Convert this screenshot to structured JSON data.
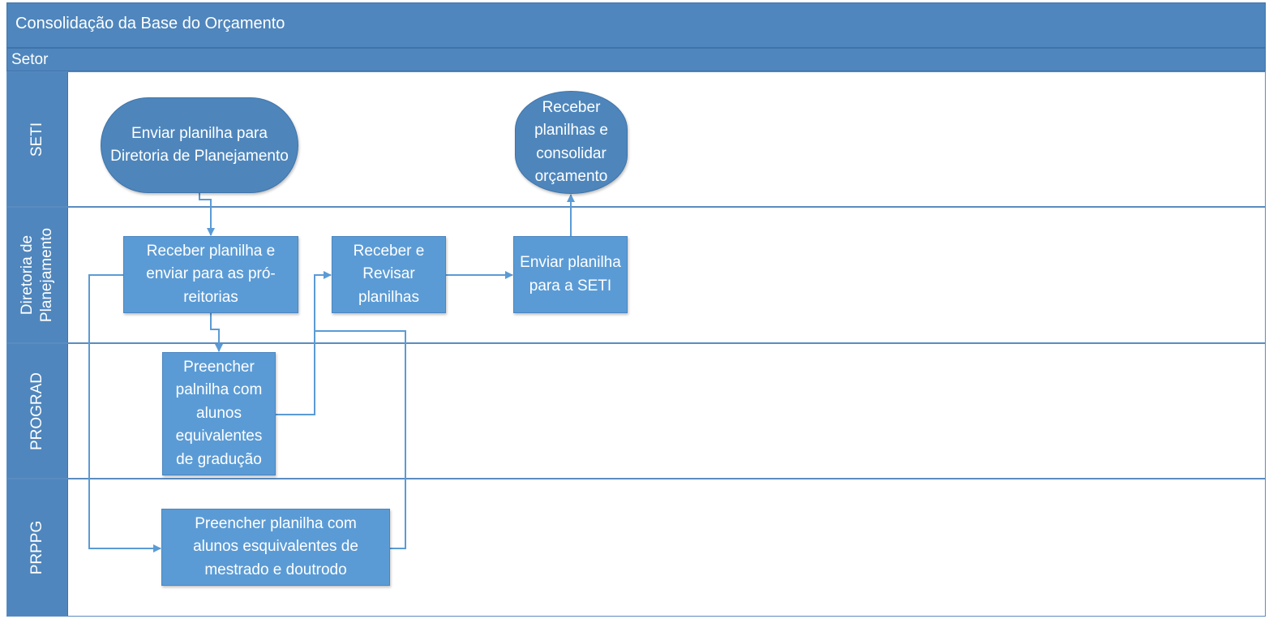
{
  "title": "Consolidação da Base do Orçamento",
  "header": {
    "setor_label": "Setor"
  },
  "lanes": [
    {
      "id": "seti",
      "label": "SETI"
    },
    {
      "id": "diretoria",
      "label": "Diretoria de Planejamento"
    },
    {
      "id": "prograd",
      "label": "PROGRAD"
    },
    {
      "id": "prppg",
      "label": "PRPPG"
    }
  ],
  "nodes": {
    "enviar_planilha_diretoria": "Enviar planilha para Diretoria de Planejamento",
    "receber_consolidar": "Receber planilhas e consolidar orçamento",
    "receber_enviar_proreitorias": "Receber planilha e enviar para as pró-reitorias",
    "receber_revisar": "Receber e Revisar planilhas",
    "enviar_seti": "Enviar planilha para a SETI",
    "preencher_graduacao": "Preencher palnilha com alunos equivalentes de gradução",
    "preencher_mestrado": "Preencher planilha com alunos esquivalentes de mestrado e doutrodo"
  },
  "colors": {
    "lane_header": "#4f86bd",
    "process": "#5b9bd5",
    "terminator": "#4e86bc",
    "connector": "#5b9bd5"
  }
}
